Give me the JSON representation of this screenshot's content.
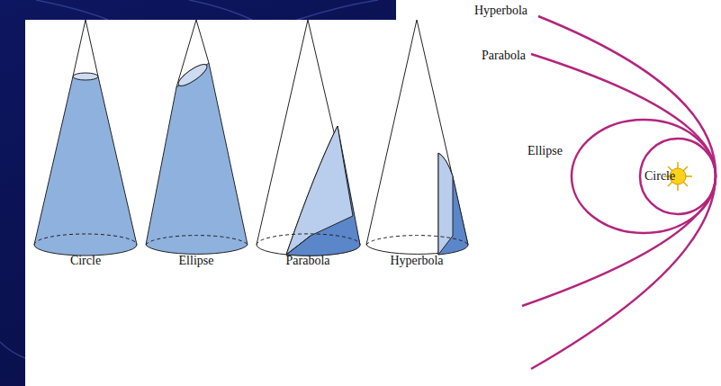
{
  "diagram": {
    "labels": [
      "Circle",
      "Ellipse",
      "Parabola",
      "Hyperbola",
      "Hyperbola",
      "Parabola",
      "Ellipse",
      "Circle"
    ]
  }
}
